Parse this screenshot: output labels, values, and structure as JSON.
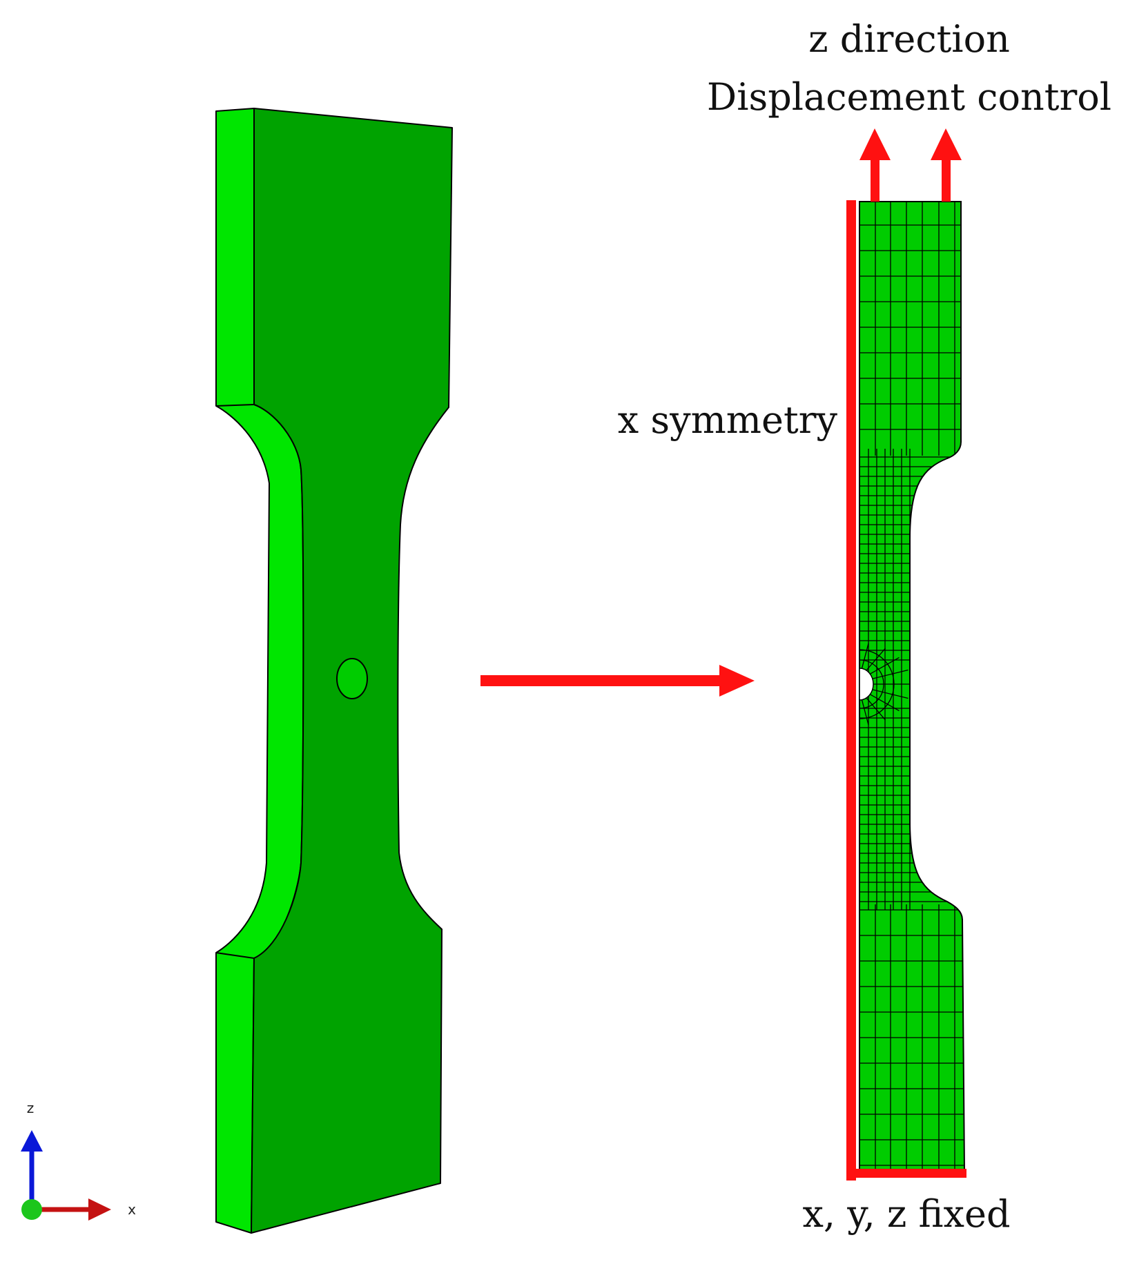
{
  "labels": {
    "z_direction": "z direction",
    "displacement_control": "Displacement control",
    "x_symmetry": "x symmetry",
    "fixed": "x, y, z fixed"
  },
  "triad": {
    "z_label": "z",
    "x_label": "x"
  },
  "colors": {
    "part_face": "#00a300",
    "part_side": "#00e600",
    "mesh_face": "#00cc00",
    "boundary_red": "#ff1111",
    "axis_z": "#0a18d8",
    "axis_x": "#c41212",
    "axis_origin": "#1cc61c"
  },
  "icons": {
    "load_arrow": "up-arrow-icon",
    "transition_arrow": "right-arrow-icon"
  }
}
